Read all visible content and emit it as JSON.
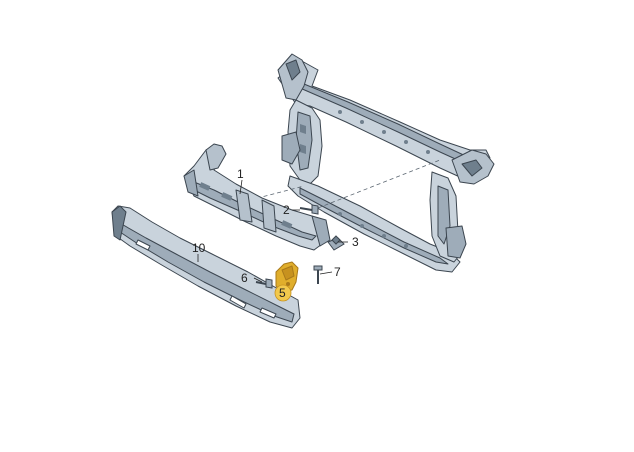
{
  "callouts": {
    "c1": "1",
    "c2": "2",
    "c3": "3",
    "c5": "5",
    "c6": "6",
    "c7": "7",
    "c10": "10"
  },
  "colors": {
    "part_fill": "#c9d3dc",
    "part_shade": "#9eacb9",
    "part_dark": "#6f7f8d",
    "stroke": "#3c4650",
    "highlight": "#e0ae2c",
    "highlight_dark": "#a9791a",
    "badge_fill": "#f2c94c"
  },
  "icons": [
    "bolt-icon",
    "clip-nut-icon",
    "screw-icon",
    "stud-icon",
    "bracket-icon"
  ]
}
